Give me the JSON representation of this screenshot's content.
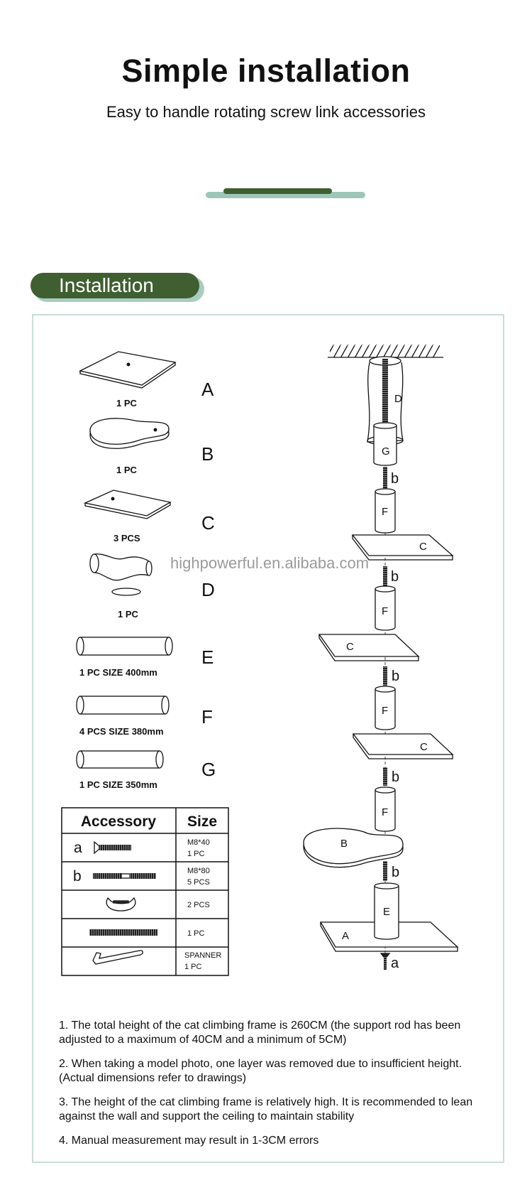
{
  "header": {
    "title": "Simple installation",
    "subtitle": "Easy to handle rotating screw link accessories"
  },
  "section": {
    "badge": "Installation"
  },
  "colors": {
    "brand_dark": "#3f5f30",
    "brand_light": "#9dc6b9",
    "frame": "#c9ddd6"
  },
  "parts": [
    {
      "letter": "A",
      "qty": "1 PC"
    },
    {
      "letter": "B",
      "qty": "1 PC"
    },
    {
      "letter": "C",
      "qty": "3 PCS"
    },
    {
      "letter": "D",
      "qty": "1 PC"
    },
    {
      "letter": "E",
      "qty": "1 PC SIZE 400mm"
    },
    {
      "letter": "F",
      "qty": "4 PCS SIZE 380mm"
    },
    {
      "letter": "G",
      "qty": "1 PC SIZE 350mm"
    }
  ],
  "table": {
    "headers": [
      "Accessory",
      "Size"
    ],
    "rows": [
      {
        "key": "a",
        "size": [
          "M8*40",
          "1 PC"
        ]
      },
      {
        "key": "b",
        "size": [
          "M8*80",
          "5 PCS"
        ]
      },
      {
        "key": "",
        "size": [
          "2 PCS"
        ]
      },
      {
        "key": "",
        "size": [
          "1 PC"
        ]
      },
      {
        "key": "",
        "size": [
          "SPANNER",
          "1 PC"
        ]
      }
    ]
  },
  "diagram": {
    "labels": [
      "D",
      "G",
      "b",
      "F",
      "C",
      "b",
      "F",
      "C",
      "b",
      "F",
      "C",
      "b",
      "F",
      "B",
      "b",
      "E",
      "A",
      "a"
    ]
  },
  "watermark": "highpowerful.en.alibaba.com",
  "notes": [
    "1. The total height of the cat climbing frame is 260CM (the support rod has been adjusted to a maximum of 40CM and a minimum of 5CM)",
    "2. When taking a model photo, one layer was removed due to insufficient height. (Actual dimensions refer to drawings)",
    "3. The height of the cat climbing frame is relatively high. It is recommended to lean against the wall and support the ceiling to maintain stability",
    "4. Manual measurement may result in 1-3CM errors"
  ]
}
